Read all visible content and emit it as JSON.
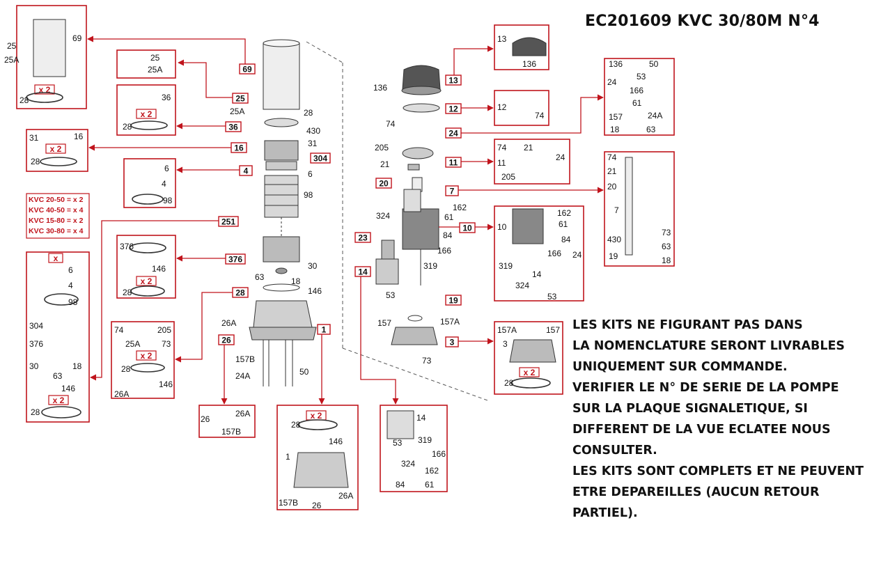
{
  "title": "EC201609 KVC 30/80M N°4",
  "notes": [
    "LES KITS NE FIGURANT PAS DANS",
    "LA NOMENCLATURE SERONT LIVRABLES",
    "UNIQUEMENT SUR COMMANDE.",
    "VERIFIER LE N° DE SERIE DE LA POMPE",
    "SUR LA PLAQUE SIGNALETIQUE, SI",
    "DIFFERENT DE LA VUE ECLATEE NOUS",
    "CONSULTER.",
    "LES KITS SONT COMPLETS ET NE PEUVENT",
    "ETRE DEPAREILLES (AUCUN RETOUR",
    "PARTIEL)."
  ],
  "variant_notes": [
    "KVC 20-50 = x 2",
    "KVC 40-50 = x 4",
    "KVC 15-80 = x 2",
    "KVC 30-80 = x 4"
  ],
  "colors": {
    "accent": "#c0141c",
    "line": "#333333",
    "part_fill": "#e4e4e4",
    "part_dark": "#6a6a6a"
  },
  "callouts": [
    "69",
    "25",
    "36",
    "16",
    "304",
    "4",
    "251",
    "376",
    "28",
    "1",
    "26",
    "13",
    "12",
    "24",
    "11",
    "20",
    "7",
    "10",
    "23",
    "14",
    "19",
    "3"
  ],
  "labels": {
    "l25": "25",
    "l25A": "25A",
    "l69": "69",
    "l28": "28",
    "l36": "36",
    "l31": "31",
    "l16": "16",
    "l6": "6",
    "l4": "4",
    "l98": "98",
    "l376": "376",
    "l146": "146",
    "l74": "74",
    "l205": "205",
    "l73": "73",
    "l26A": "26A",
    "l26": "26",
    "l157B": "157B",
    "l304": "304",
    "l30": "30",
    "l18": "18",
    "l63": "63",
    "l430": "430",
    "l50": "50",
    "l24A": "24A",
    "l1": "1",
    "l13": "13",
    "l136": "136",
    "l12": "12",
    "l21": "21",
    "l24": "24",
    "l53": "53",
    "l166": "166",
    "l61": "61",
    "l11": "11",
    "l20": "20",
    "l7": "7",
    "l162": "162",
    "l84": "84",
    "l324": "324",
    "l319": "319",
    "l14": "14",
    "l10": "10",
    "l157": "157",
    "l157A": "157A",
    "l3": "3",
    "l19": "19"
  },
  "multipliers": {
    "x2": "x 2",
    "x": "x"
  }
}
